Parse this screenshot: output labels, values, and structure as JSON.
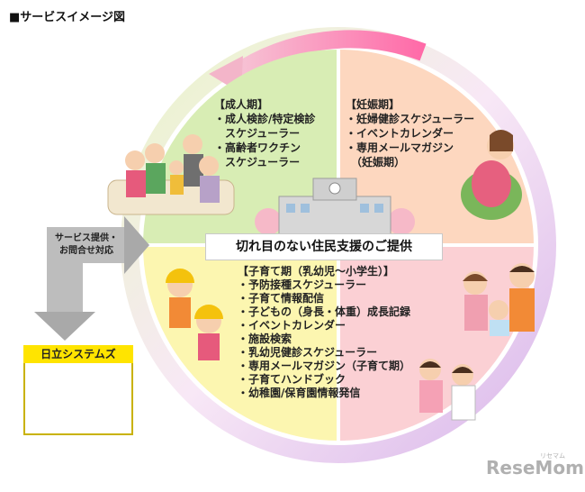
{
  "page_title": "■サービスイメージ図",
  "center_title": "切れ目のない住民支援のご提供",
  "quadrants": {
    "adult": {
      "heading": "【成人期】",
      "lines": [
        "・成人検診/特定検診",
        "　スケジューラー",
        "・高齢者ワクチン",
        "　スケジューラー"
      ]
    },
    "pregnancy": {
      "heading": "【妊娠期】",
      "lines": [
        "・妊婦健診スケジューラー",
        "・イベントカレンダー",
        "・専用メールマガジン",
        "　（妊娠期）"
      ]
    },
    "child": {
      "heading": "【子育て期（乳幼児～小学生）】",
      "lines": [
        "・予防接種スケジューラー",
        "・子育て情報配信",
        "・子どもの（身長・体重）成長記録",
        "・イベントカレンダー",
        "・施設検索",
        "・乳幼児健診スケジューラー",
        "・専用メールマガジン（子育て期）",
        "・子育てハンドブック",
        "・幼稚園/保育園情報発信"
      ]
    }
  },
  "service_arrow": {
    "line1": "サービス提供・",
    "line2": "お問合せ対応"
  },
  "provider": "日立システムズ",
  "logo": {
    "text": "ReseMom",
    "sub": "リセマム"
  },
  "colors": {
    "adult": "#d8edb4",
    "pregnancy": "#fdd7bf",
    "child": "#fcf6b0",
    "infant": "#fbd0d4",
    "provider_header": "#ffe400"
  }
}
